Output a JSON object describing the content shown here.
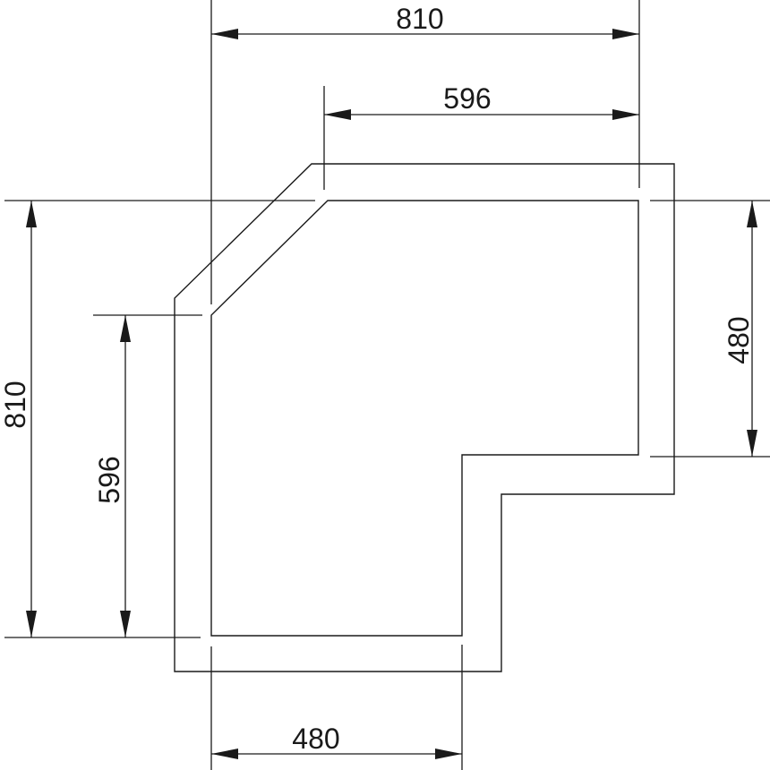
{
  "drawing": {
    "dimensions": {
      "top_outer": "810",
      "top_inner": "596",
      "left_outer": "810",
      "left_inner": "596",
      "right_depth": "480",
      "bottom_depth": "480"
    },
    "line_color": "#1a1a1a",
    "background": "#ffffff"
  }
}
